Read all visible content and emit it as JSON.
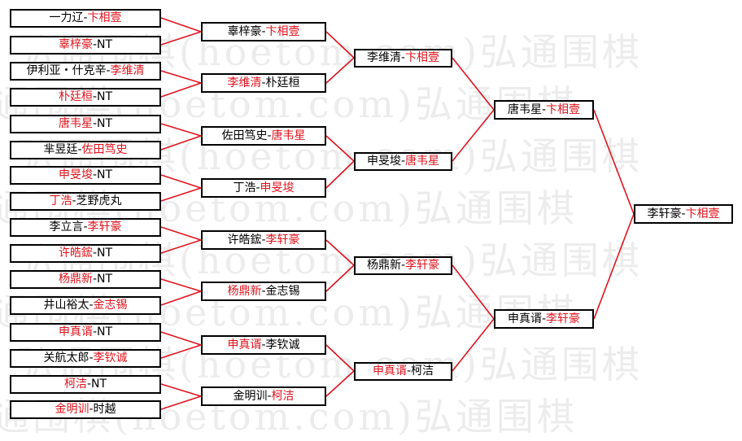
{
  "watermark": "弘通围棋(hoetom.com)弘通围棋",
  "colors": {
    "line": "#e0141e",
    "highlight": "#e0141e",
    "text": "#000000"
  },
  "rounds": [
    [
      [
        {
          "t": "一力辽-",
          "r": false
        },
        {
          "t": "卞相壹",
          "r": true
        }
      ],
      [
        {
          "t": "辜梓豪",
          "r": true
        },
        {
          "t": "-NT",
          "r": false
        }
      ],
      [
        {
          "t": "伊利亚・什克辛-",
          "r": false
        },
        {
          "t": "李维清",
          "r": true
        }
      ],
      [
        {
          "t": "朴廷桓",
          "r": true
        },
        {
          "t": "-NT",
          "r": false
        }
      ],
      [
        {
          "t": "唐韦星",
          "r": true
        },
        {
          "t": "-NT",
          "r": false
        }
      ],
      [
        {
          "t": "芈昱廷-",
          "r": false
        },
        {
          "t": "佐田笃史",
          "r": true
        }
      ],
      [
        {
          "t": "申旻埈",
          "r": true
        },
        {
          "t": "-NT",
          "r": false
        }
      ],
      [
        {
          "t": "丁浩",
          "r": true
        },
        {
          "t": "-芝野虎丸",
          "r": false
        }
      ],
      [
        {
          "t": "李立言-",
          "r": false
        },
        {
          "t": "李轩豪",
          "r": true
        }
      ],
      [
        {
          "t": "许皓鋐",
          "r": true
        },
        {
          "t": "-NT",
          "r": false
        }
      ],
      [
        {
          "t": "杨鼎新",
          "r": true
        },
        {
          "t": "-NT",
          "r": false
        }
      ],
      [
        {
          "t": "井山裕太-",
          "r": false
        },
        {
          "t": "金志锡",
          "r": true
        }
      ],
      [
        {
          "t": "申真谞",
          "r": true
        },
        {
          "t": "-NT",
          "r": false
        }
      ],
      [
        {
          "t": "关航太郎-",
          "r": false
        },
        {
          "t": "李钦诚",
          "r": true
        }
      ],
      [
        {
          "t": "柯洁",
          "r": true
        },
        {
          "t": "-NT",
          "r": false
        }
      ],
      [
        {
          "t": "金明训",
          "r": true
        },
        {
          "t": "-时越",
          "r": false
        }
      ]
    ],
    [
      [
        {
          "t": "辜梓豪-",
          "r": false
        },
        {
          "t": "卞相壹",
          "r": true
        }
      ],
      [
        {
          "t": "李维清",
          "r": true
        },
        {
          "t": "-朴廷桓",
          "r": false
        }
      ],
      [
        {
          "t": "佐田笃史-",
          "r": false
        },
        {
          "t": "唐韦星",
          "r": true
        }
      ],
      [
        {
          "t": "丁浩-",
          "r": false
        },
        {
          "t": "申旻埈",
          "r": true
        }
      ],
      [
        {
          "t": "许皓鋐-",
          "r": false
        },
        {
          "t": "李轩豪",
          "r": true
        }
      ],
      [
        {
          "t": "杨鼎新",
          "r": true
        },
        {
          "t": "-金志锡",
          "r": false
        }
      ],
      [
        {
          "t": "申真谞",
          "r": true
        },
        {
          "t": "-李钦诚",
          "r": false
        }
      ],
      [
        {
          "t": "金明训-",
          "r": false
        },
        {
          "t": "柯洁",
          "r": true
        }
      ]
    ],
    [
      [
        {
          "t": "李维清-",
          "r": false
        },
        {
          "t": "卞相壹",
          "r": true
        }
      ],
      [
        {
          "t": "申旻埈-",
          "r": false
        },
        {
          "t": "唐韦星",
          "r": true
        }
      ],
      [
        {
          "t": "杨鼎新-",
          "r": false
        },
        {
          "t": "李轩豪",
          "r": true
        }
      ],
      [
        {
          "t": "申真谞",
          "r": true
        },
        {
          "t": "-柯洁",
          "r": false
        }
      ]
    ],
    [
      [
        {
          "t": "唐韦星-",
          "r": false
        },
        {
          "t": "卞相壹",
          "r": true
        }
      ],
      [
        {
          "t": "申真谞-",
          "r": false
        },
        {
          "t": "李轩豪",
          "r": true
        }
      ]
    ],
    [
      [
        {
          "t": "李轩豪-",
          "r": false
        },
        {
          "t": "卞相壹",
          "r": true
        }
      ]
    ]
  ]
}
